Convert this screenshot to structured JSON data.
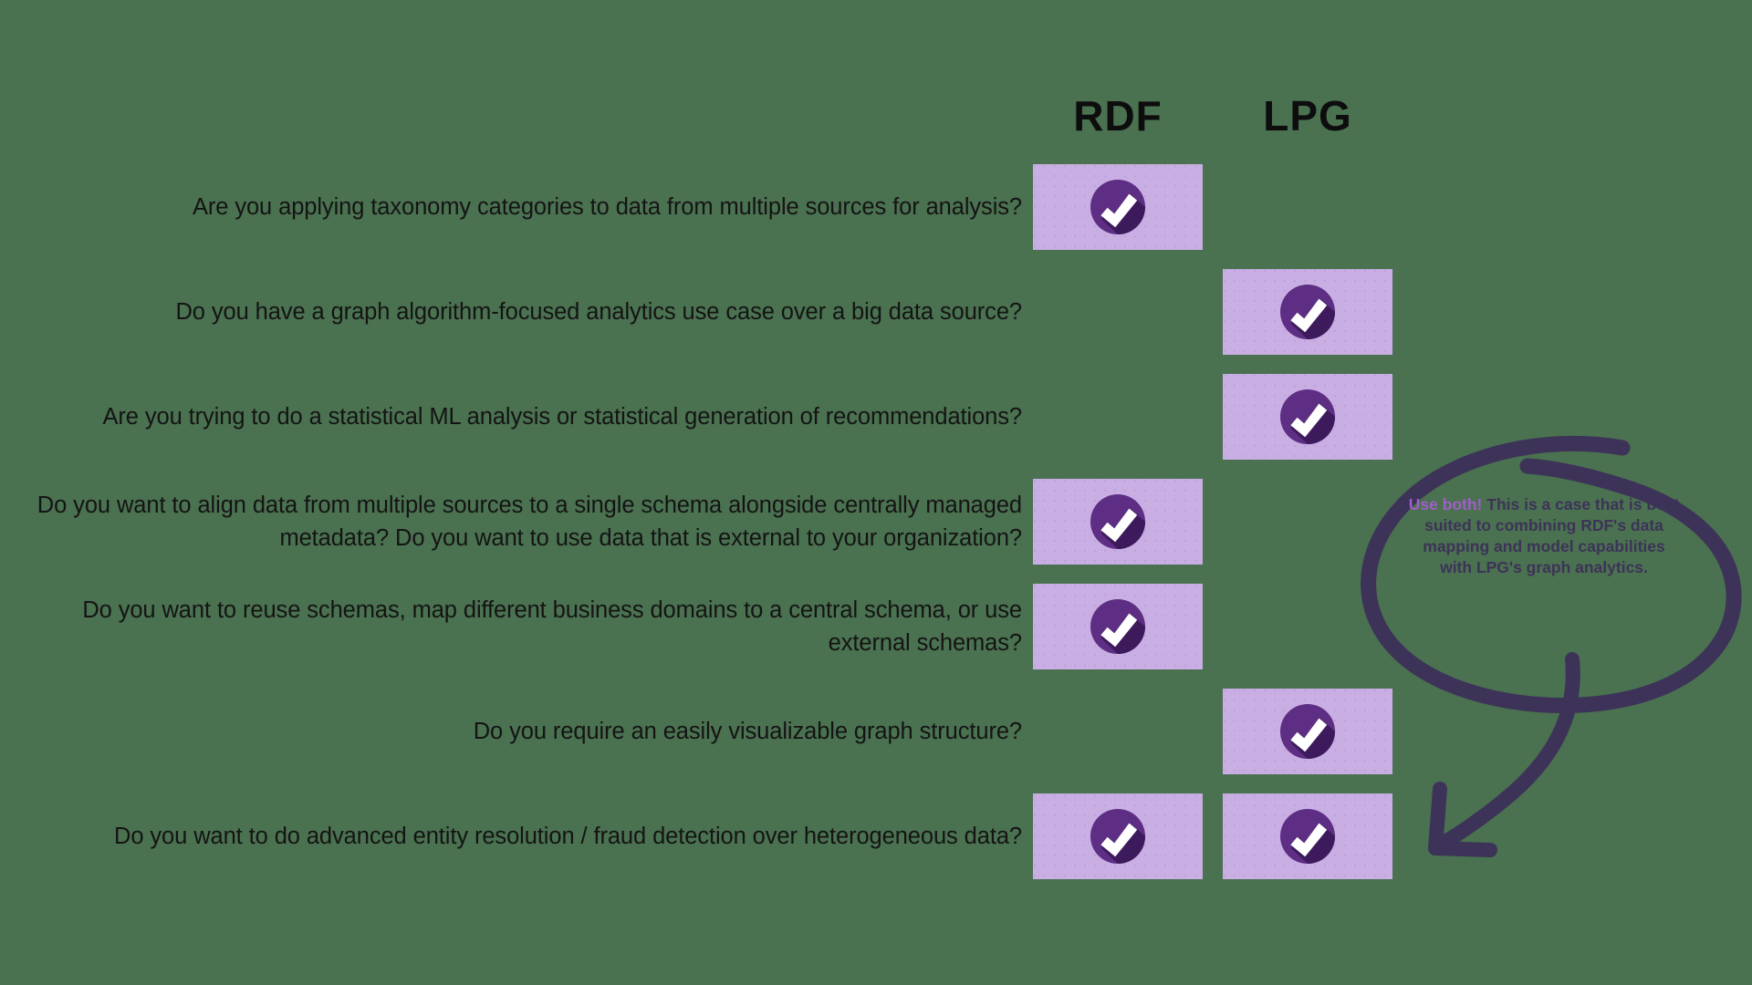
{
  "page": {
    "background_color": "#4a7150",
    "cell_color": "#c9aee4",
    "check_circle_color": "#5d2e83",
    "check_shadow_color": "#3d1a5c",
    "check_mark_color": "#ffffff",
    "annotation_stroke_color": "#3d3358",
    "annotation_accent_color": "#a05ec8"
  },
  "columns": [
    {
      "id": "rdf",
      "label": "RDF"
    },
    {
      "id": "lpg",
      "label": "LPG"
    }
  ],
  "rows": [
    {
      "question": "Are you applying taxonomy categories to data from multiple sources for analysis?",
      "rdf": true,
      "lpg": false
    },
    {
      "question": "Do you have a graph algorithm-focused analytics use case over a big data source?",
      "rdf": false,
      "lpg": true
    },
    {
      "question": "Are you trying to do a statistical ML analysis or statistical generation of recommendations?",
      "rdf": false,
      "lpg": true
    },
    {
      "question": "Do you want to align data from multiple sources to a single schema alongside centrally managed metadata? Do you want to use data that is external to your organization?",
      "rdf": true,
      "lpg": false
    },
    {
      "question": "Do you want to reuse schemas, map different business domains to a central schema, or use external schemas?",
      "rdf": true,
      "lpg": false
    },
    {
      "question": "Do you require an easily visualizable graph structure?",
      "rdf": false,
      "lpg": true
    },
    {
      "question": "Do you want to do advanced entity resolution / fraud detection over heterogeneous data?",
      "rdf": true,
      "lpg": true
    }
  ],
  "annotation": {
    "lead": "Use both!",
    "body": " This is a case that is best suited to combining RDF's data mapping and model capabilities with LPG's graph analytics.",
    "icon": "hand-drawn-circle-arrow"
  },
  "icons": {
    "check": "check-circle-icon"
  }
}
